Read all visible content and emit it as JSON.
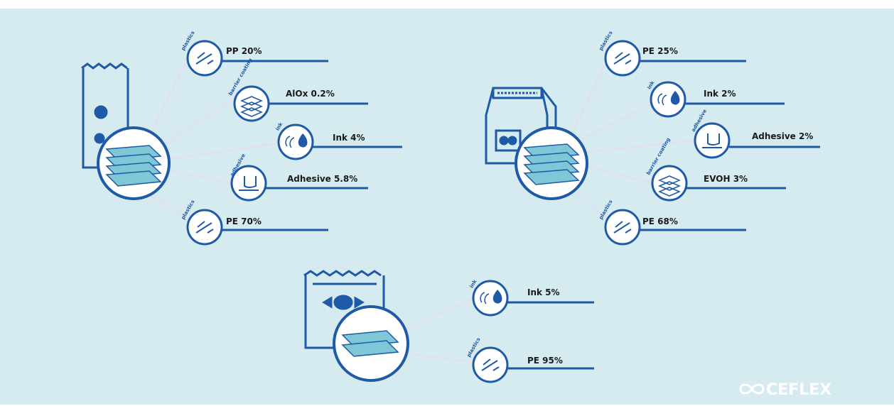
{
  "colors": {
    "background": "#d5ebf0",
    "primary": "#1e5aa6",
    "fill": "#7fc6d6",
    "connector": "#e6dcf0"
  },
  "diagrams": [
    {
      "package": "pouch",
      "layers": [
        {
          "category": "plastics",
          "label": "PP 20%",
          "icon": "film-roll-icon"
        },
        {
          "category": "barrier coating",
          "label": "AlOx 0.2%",
          "icon": "barrier-layers-icon"
        },
        {
          "category": "ink",
          "label": "Ink 4%",
          "icon": "ink-drop-icon"
        },
        {
          "category": "adhesive",
          "label": "Adhesive 5.8%",
          "icon": "adhesive-icon"
        },
        {
          "category": "plastics",
          "label": "PE 70%",
          "icon": "film-roll-icon"
        }
      ]
    },
    {
      "package": "coffee-bag",
      "layers": [
        {
          "category": "plastics",
          "label": "PE 25%",
          "icon": "film-roll-icon"
        },
        {
          "category": "ink",
          "label": "Ink 2%",
          "icon": "ink-drop-icon"
        },
        {
          "category": "adhesive",
          "label": "Adhesive 2%",
          "icon": "adhesive-icon"
        },
        {
          "category": "barrier coating",
          "label": "EVOH 3%",
          "icon": "barrier-layers-icon"
        },
        {
          "category": "plastics",
          "label": "PE 68%",
          "icon": "film-roll-icon"
        }
      ]
    },
    {
      "package": "candy-wrapper",
      "layers": [
        {
          "category": "ink",
          "label": "Ink 5%",
          "icon": "ink-drop-icon"
        },
        {
          "category": "plastics",
          "label": "PE 95%",
          "icon": "film-roll-icon"
        }
      ]
    }
  ],
  "logo": {
    "text": "CEFLEX",
    "icon": "infinity-logo-icon"
  }
}
